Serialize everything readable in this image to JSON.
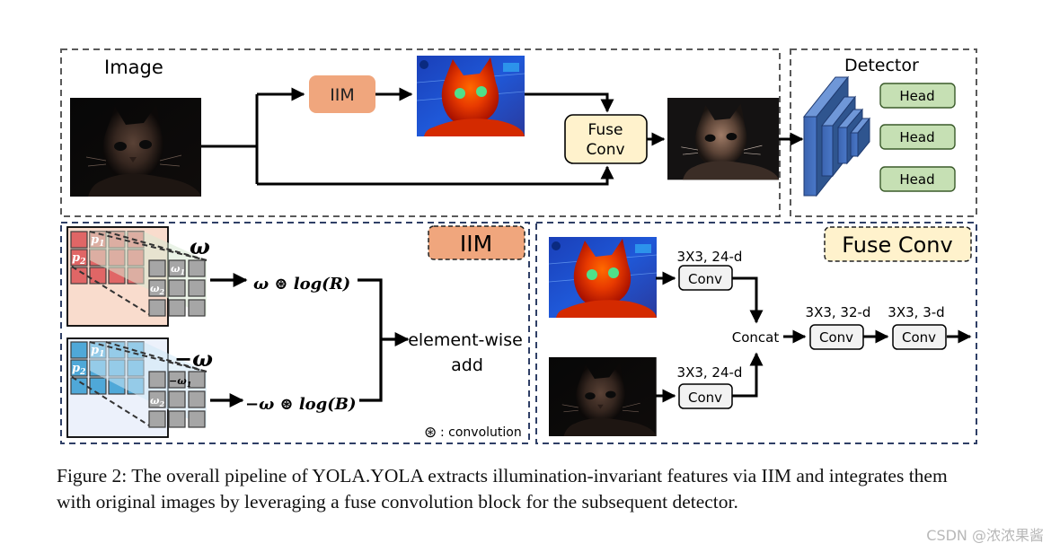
{
  "top_panel": {
    "image_label": "Image",
    "iim_block": "IIM",
    "fuse_block_line1": "Fuse",
    "fuse_block_line2": "Conv",
    "detector_label": "Detector",
    "heads": [
      "Head",
      "Head",
      "Head"
    ]
  },
  "iim_panel": {
    "title": "IIM",
    "omega": "ω",
    "neg_omega": "−ω",
    "p1": "p",
    "p1_sub": "1",
    "p2": "p",
    "p2_sub": "2",
    "w1": "ω",
    "w1_sub": "1",
    "w2": "ω",
    "w2_sub": "2",
    "neg_w1": "−ω",
    "neg_w1_sub": "1",
    "expr_top": "ω ⊛ log(R)",
    "expr_bottom": "−ω ⊛ log(B)",
    "elementwise_line1": "element-wise",
    "elementwise_line2": "add",
    "legend_symbol": "⊛",
    "legend_text": ": convolution"
  },
  "fuse_panel": {
    "title": "Fuse Conv",
    "conv_top_spec": "3X3, 24-d",
    "conv_bottom_spec": "3X3, 24-d",
    "conv_label": "Conv",
    "concat": "Concat",
    "conv2_spec": "3X3, 32-d",
    "conv3_spec": "3X3, 3-d"
  },
  "caption": "Figure 2: The overall pipeline of YOLA.YOLA extracts illumination-invariant features via IIM and integrates them with original images by leveraging a fuse convolution block for the subsequent detector.",
  "watermark": "CSDN @浓浓果酱",
  "colors": {
    "iim_orange": "#f0a67d",
    "fuse_yellow": "#fff2cc",
    "head_green": "#c6e0b4",
    "panel_border_top": "#5a5a5a",
    "panel_border_bottom": "#2f3f66",
    "detector_blue": "#4472c4",
    "red_cell": "#e06666",
    "blue_cell": "#4fa8d8",
    "gray_cell": "#a6a6a6"
  }
}
